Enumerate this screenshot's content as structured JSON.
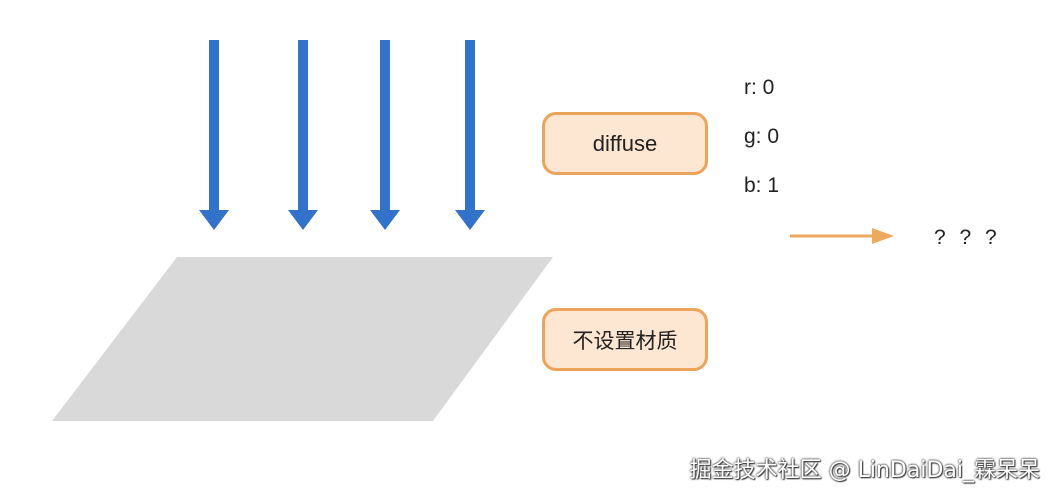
{
  "labels": {
    "diffuse": "diffuse",
    "no_material": "不设置材质",
    "result": "? ? ?"
  },
  "diffuse_color": {
    "r": "r: 0",
    "g": "g: 0",
    "b": "b: 1"
  },
  "watermark": "掘金技术社区 @ LinDaiDai_霖呆呆",
  "colors": {
    "light_arrows": "#3273c9",
    "plane": "#d9d9d9",
    "box_border": "#eba45a",
    "box_fill": "#fde7d2",
    "pointer_arrow": "#eda95e"
  },
  "icons": {
    "light": "down-arrow",
    "pointer": "right-arrow"
  }
}
